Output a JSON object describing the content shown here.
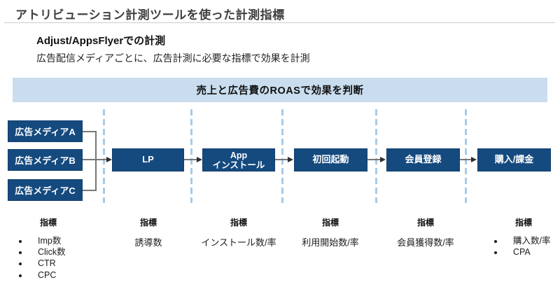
{
  "header": {
    "title": "アトリビューション計測ツールを使った計測指標",
    "subtitle": "Adjust/AppsFlyerでの計測",
    "description": "広告配信メディアごとに、広告計測に必要な指標で効果を計測"
  },
  "banner": {
    "text": "売上と広告費のROASで効果を判断"
  },
  "media_sources": [
    {
      "label": "広告メディアA"
    },
    {
      "label": "広告メディアB"
    },
    {
      "label": "広告メディアC"
    }
  ],
  "funnel_stages": [
    {
      "label": "LP"
    },
    {
      "label": "App\nインストール"
    },
    {
      "label": "初回起動"
    },
    {
      "label": "会員登録"
    },
    {
      "label": "購入/課金"
    }
  ],
  "metrics_columns": [
    {
      "title": "指標",
      "bulleted": true,
      "items": [
        "Imp数",
        "Click数",
        "CTR",
        "CPC"
      ]
    },
    {
      "title": "指標",
      "bulleted": false,
      "items": [
        "誘導数"
      ]
    },
    {
      "title": "指標",
      "bulleted": false,
      "items": [
        "インストール数/率"
      ]
    },
    {
      "title": "指標",
      "bulleted": false,
      "items": [
        "利用開始数/率"
      ]
    },
    {
      "title": "指標",
      "bulleted": false,
      "items": [
        "会員獲得数/率"
      ]
    },
    {
      "title": "指標",
      "bulleted": true,
      "items": [
        "購入数/率",
        "CPA"
      ]
    }
  ],
  "colors": {
    "box_navy": "#154a7f",
    "banner_blue": "#c9ddee",
    "divider_dash_blue": "#a6cbe9",
    "connector_gray": "#777777",
    "title_gray": "#3f3f3f"
  }
}
